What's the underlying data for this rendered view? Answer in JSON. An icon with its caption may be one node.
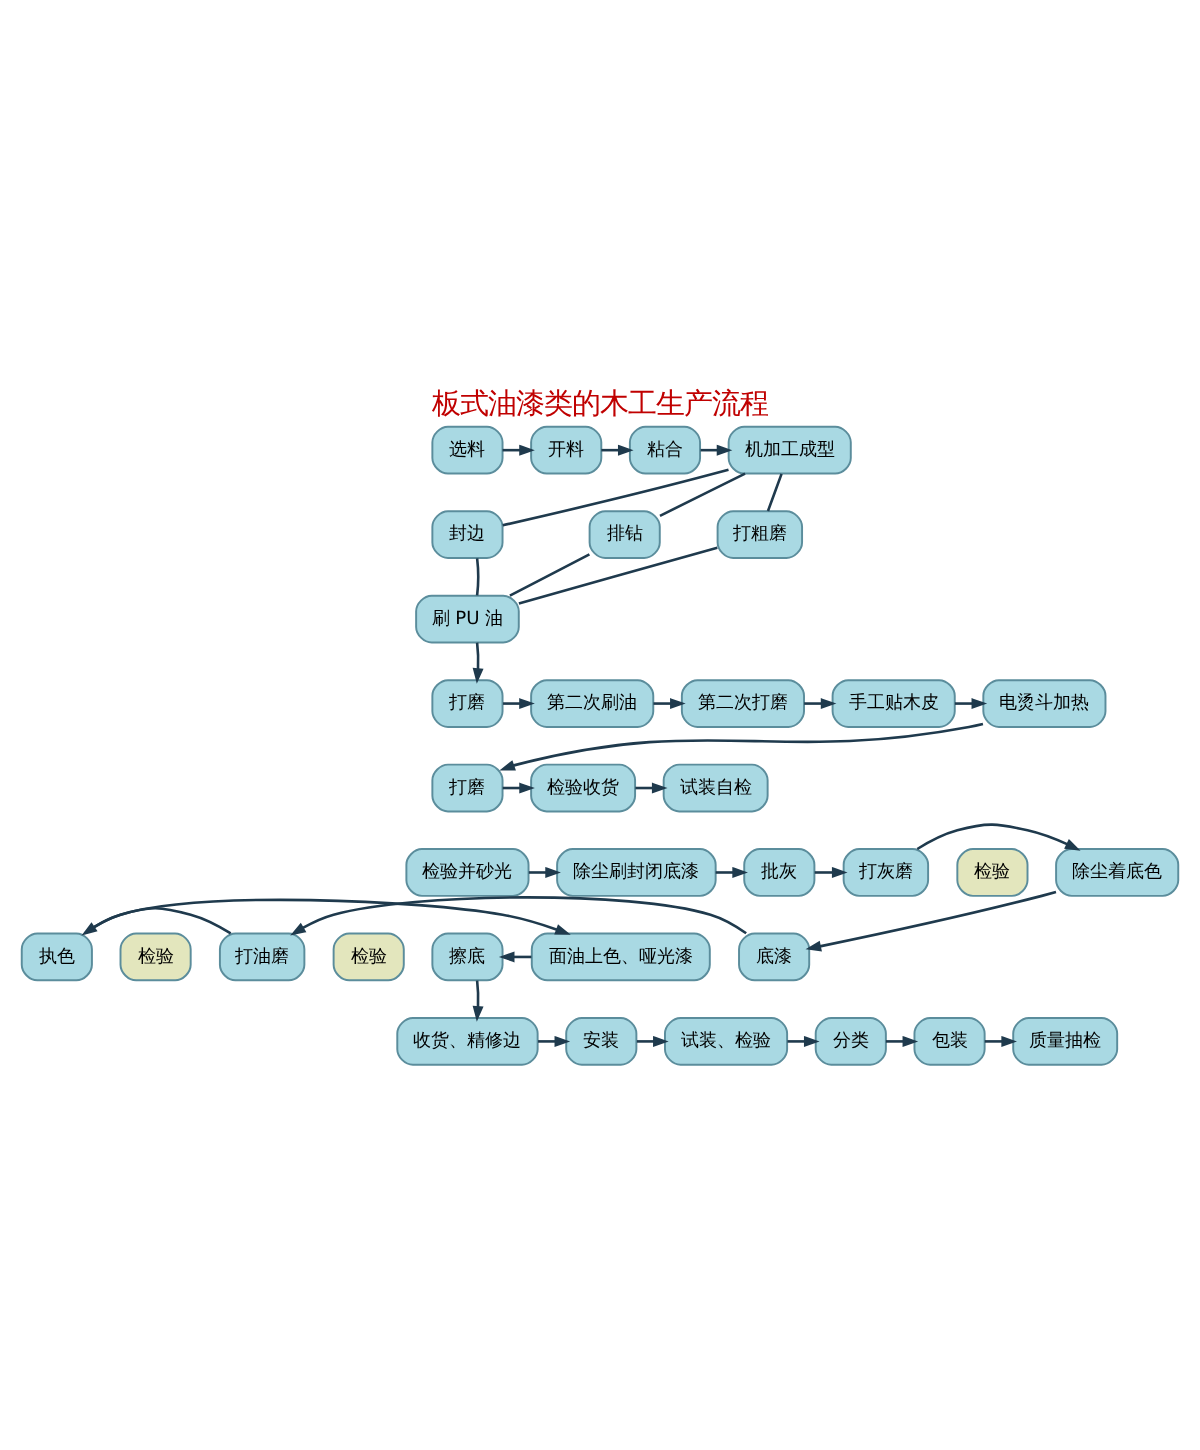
{
  "diagram": {
    "title": "板式油漆类的木工生产流程",
    "nodes": [
      {
        "text": [
          "选料"
        ]
      },
      {
        "text": [
          "开料"
        ]
      },
      {
        "text": [
          "粘合"
        ]
      },
      {
        "text": [
          "机加工成型"
        ]
      },
      {
        "text": [
          "封边"
        ]
      },
      {
        "text": [
          "打粗磨"
        ]
      },
      {
        "text": [
          "排钻"
        ]
      },
      {
        "text": [
          "刷 PU 油"
        ]
      },
      {
        "text": [
          "打磨"
        ]
      },
      {
        "text": [
          "第二次刷油"
        ]
      },
      {
        "text": [
          "第二次打磨"
        ]
      },
      {
        "text": [
          "手工贴木皮"
        ]
      },
      {
        "text": [
          "电烫斗加热"
        ]
      },
      {
        "text": [
          "打磨"
        ]
      },
      {
        "text": [
          "检验收货"
        ]
      },
      {
        "text": [
          "试装自检"
        ]
      },
      {
        "text": [
          "检验并砂光"
        ]
      },
      {
        "text": [
          "除尘刷封闭底漆"
        ]
      },
      {
        "text": [
          "批灰"
        ]
      },
      {
        "text": [
          "打灰磨"
        ]
      },
      {
        "text": [
          "检验"
        ]
      },
      {
        "text": [
          "除尘着底色"
        ]
      },
      {
        "text": [
          "擦底"
        ]
      },
      {
        "text": [
          "面油上色、哑光漆"
        ]
      },
      {
        "text": [
          "执色"
        ]
      },
      {
        "text": [
          "检验"
        ]
      },
      {
        "text": [
          "打油磨"
        ]
      },
      {
        "text": [
          "检验"
        ]
      },
      {
        "text": [
          "底漆"
        ]
      },
      {
        "text": [
          "收货、精修边"
        ]
      },
      {
        "text": [
          "安装"
        ]
      },
      {
        "text": [
          "试装、检验"
        ]
      },
      {
        "text": [
          "分类"
        ]
      },
      {
        "text": [
          "包装"
        ]
      },
      {
        "text": [
          "质量抽检"
        ]
      }
    ],
    "edges": [
      {
        "from": 0,
        "to": 1,
        "arrow": "to"
      },
      {
        "from": 1,
        "to": 2,
        "arrow": "to"
      },
      {
        "from": 2,
        "to": 3,
        "arrow": "to"
      },
      {
        "from": 3,
        "to": 4,
        "arrow": "none"
      },
      {
        "from": 3,
        "to": 5,
        "arrow": "none"
      },
      {
        "from": 3,
        "to": 6,
        "arrow": "none"
      },
      {
        "from": 4,
        "to": 7,
        "arrow": "none"
      },
      {
        "from": 5,
        "to": 7,
        "arrow": "none"
      },
      {
        "from": 6,
        "to": 7,
        "arrow": "none"
      },
      {
        "from": 7,
        "to": 8,
        "arrow": "to"
      },
      {
        "from": 8,
        "to": 9,
        "arrow": "to"
      },
      {
        "from": 9,
        "to": 10,
        "arrow": "to"
      },
      {
        "from": 10,
        "to": 11,
        "arrow": "to"
      },
      {
        "from": 11,
        "to": 12,
        "arrow": "to"
      },
      {
        "from": 12,
        "to": 13,
        "arrow": "to"
      },
      {
        "from": 13,
        "to": 14,
        "arrow": "to"
      },
      {
        "from": 14,
        "to": 15,
        "arrow": "to"
      },
      {
        "from": 16,
        "to": 17,
        "arrow": "to"
      },
      {
        "from": 17,
        "to": 18,
        "arrow": "to"
      },
      {
        "from": 18,
        "to": 19,
        "arrow": "to"
      },
      {
        "from": 19,
        "to": 21,
        "arrow": "to"
      },
      {
        "from": 21,
        "to": 28,
        "arrow": "to"
      },
      {
        "from": 28,
        "to": 26,
        "arrow": "to"
      },
      {
        "from": 26,
        "to": 24,
        "arrow": "to"
      },
      {
        "from": 24,
        "to": 23,
        "arrow": "to"
      },
      {
        "from": 23,
        "to": 22,
        "arrow": "to"
      },
      {
        "from": 22,
        "to": 29,
        "arrow": "to"
      },
      {
        "from": 29,
        "to": 30,
        "arrow": "to"
      },
      {
        "from": 30,
        "to": 31,
        "arrow": "to"
      },
      {
        "from": 31,
        "to": 32,
        "arrow": "to"
      },
      {
        "from": 32,
        "to": 33,
        "arrow": "to"
      },
      {
        "from": 33,
        "to": 34,
        "arrow": "to"
      }
    ]
  }
}
